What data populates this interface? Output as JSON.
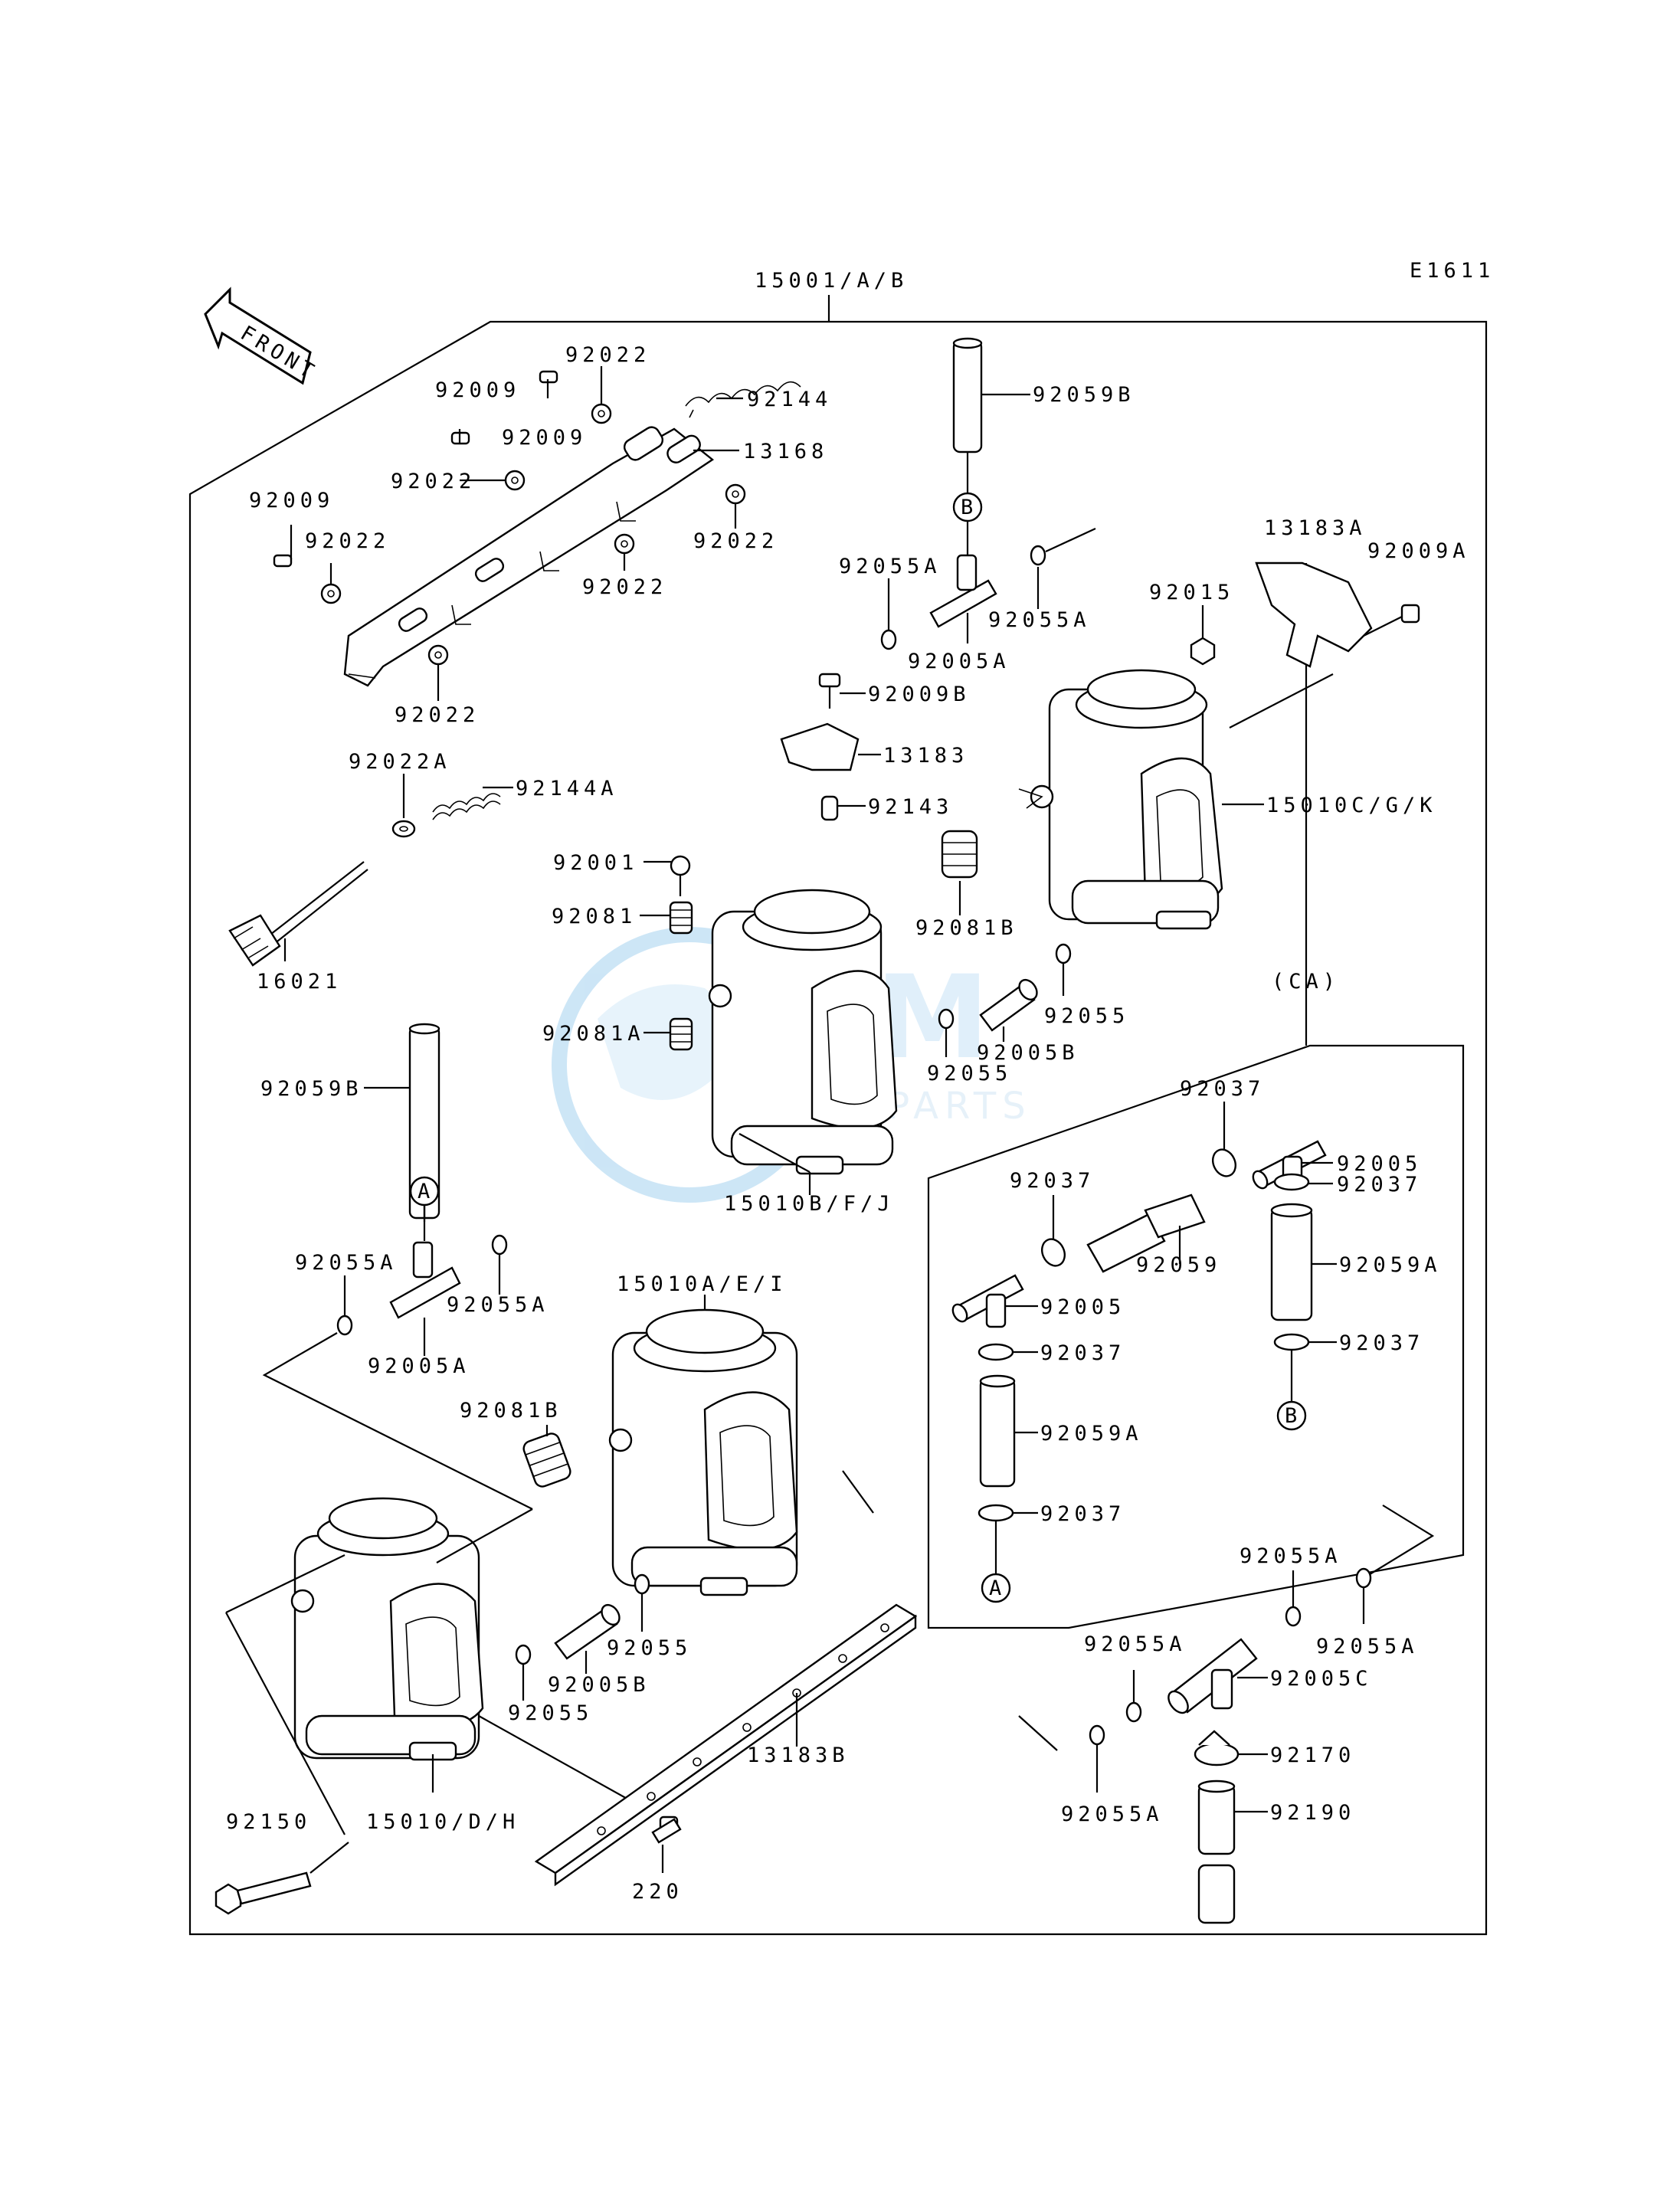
{
  "diagram_code": "E1611",
  "front_label": "FRONT",
  "assembly_label": "15001/A/B",
  "group_label": "(CA)",
  "connectors": [
    "A",
    "B"
  ],
  "watermark_text": "MOTOPARTS",
  "labels": {
    "p92022_a": "92022",
    "p92144": "92144",
    "p92009_a": "92009",
    "p92009_b": "92009",
    "p13168": "13168",
    "p92022_b": "92022",
    "p92022_c": "92022",
    "p92009_c": "92009",
    "p92022_d": "92022",
    "p92022_e": "92022",
    "p92022_f": "92022",
    "p92059B_top": "92059B",
    "p13183A": "13183A",
    "p92009A": "92009A",
    "p92055A_a": "92055A",
    "p92055A_b": "92055A",
    "p92015": "92015",
    "p92005A_a": "92005A",
    "p92009B": "92009B",
    "p13183": "13183",
    "p92143": "92143",
    "p15010CGK": "15010C/G/K",
    "p92022A": "92022A",
    "p92144A": "92144A",
    "p92001": "92001",
    "p92081": "92081",
    "p92081B_a": "92081B",
    "p16021": "16021",
    "p92055_a": "92055",
    "p92081A": "92081A",
    "p92005B_a": "92005B",
    "p92055_b": "92055",
    "p92059B_left": "92059B",
    "p15010BFJ": "15010B/F/J",
    "p92037_a": "92037",
    "p92005_a": "92005",
    "p92037_b": "92037",
    "p92037_c": "92037",
    "p92059": "92059",
    "p92059A_a": "92059A",
    "p92055A_c": "92055A",
    "p92055A_d": "92055A",
    "p15010AEI": "15010A/E/I",
    "p92005_b": "92005",
    "p92037_d": "92037",
    "p92037_e": "92037",
    "p92005A_b": "92005A",
    "p92081B_b": "92081B",
    "p92059A_b": "92059A",
    "p92037_f": "92037",
    "p92055A_e": "92055A",
    "p92055_c": "92055",
    "p92055A_f": "92055A",
    "p92005B_b": "92005B",
    "p92055A_g": "92055A",
    "p92005C": "92005C",
    "p92055_d": "92055",
    "p13183B": "13183B",
    "p92170": "92170",
    "p92150": "92150",
    "p15010DH": "15010/D/H",
    "p92055A_h": "92055A",
    "p92190": "92190",
    "p220": "220"
  }
}
